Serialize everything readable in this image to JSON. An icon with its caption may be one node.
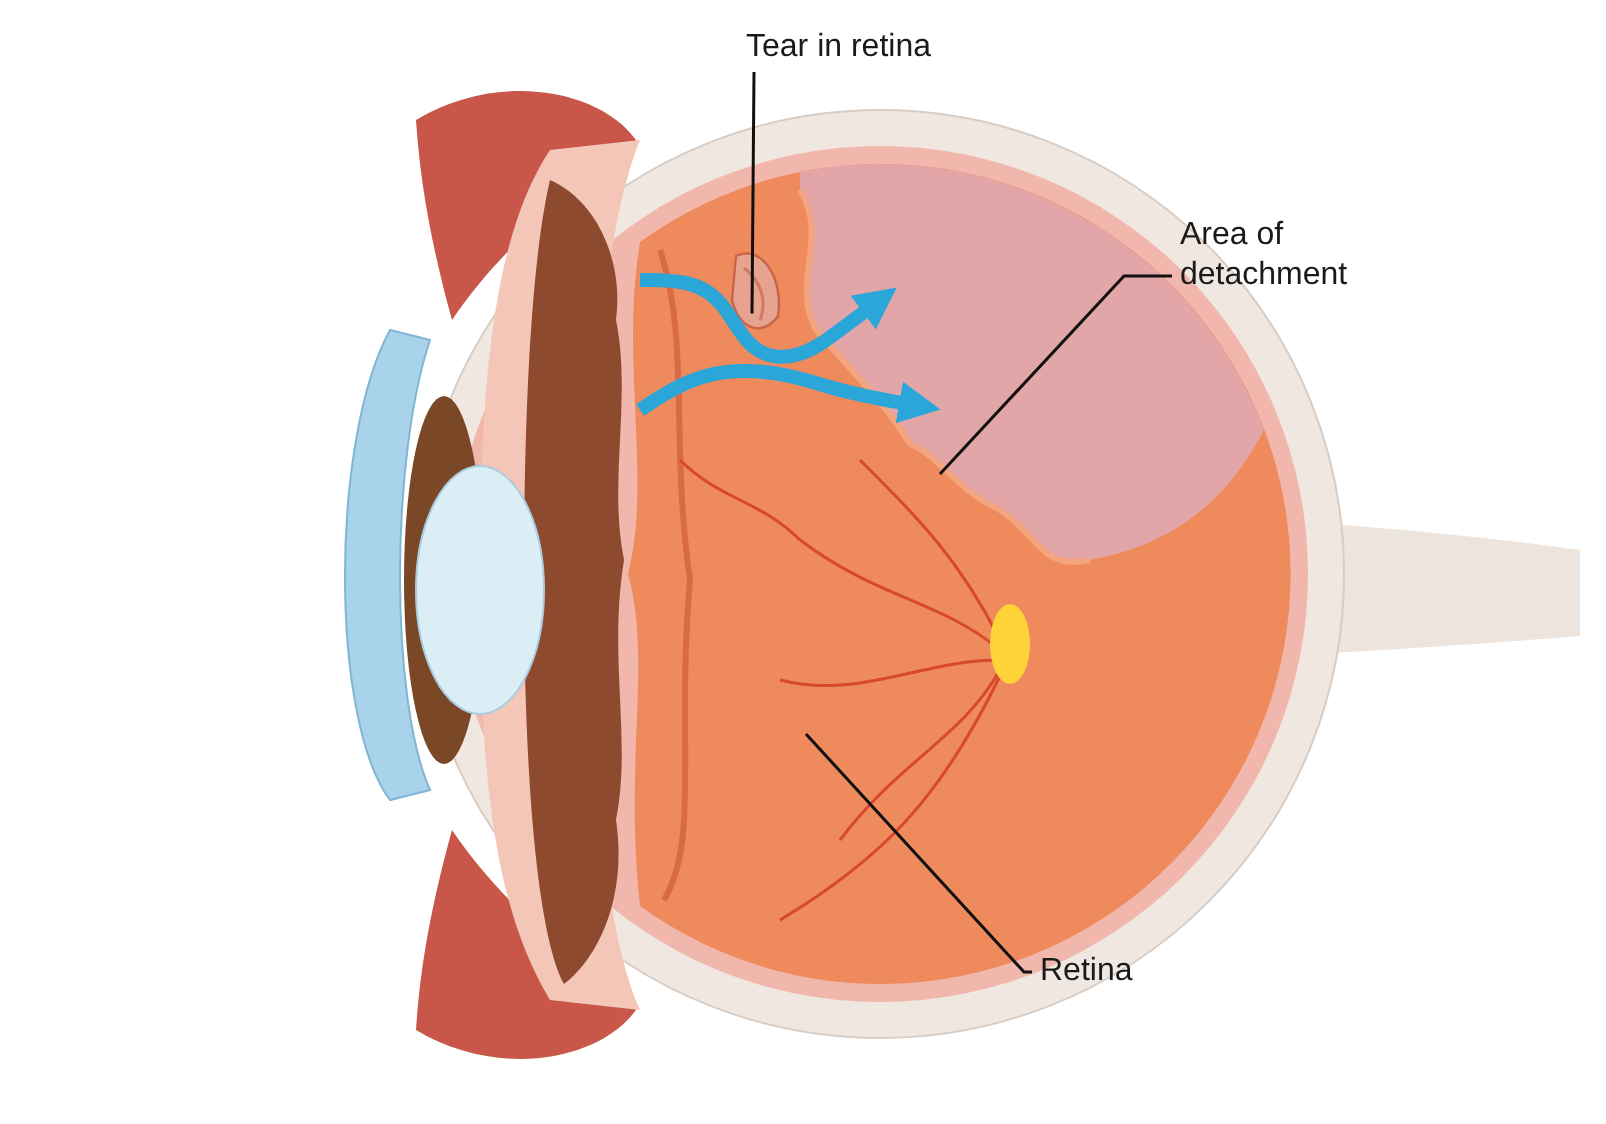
{
  "diagram": {
    "nodes": [
      {
        "text": [
          "Tear in retina"
        ]
      },
      {
        "text": [],
        "shape": "picture",
        "in": 5
      },
      {
        "text": [
          "Area of detachment"
        ]
      },
      {
        "text": [],
        "shape": "picture",
        "in": 5
      },
      {
        "text": [
          "Retina"
        ]
      },
      {
        "text": [],
        "shape": "picture"
      }
    ],
    "edges": [
      {
        "from": 0,
        "to": 1,
        "arrow": "none"
      },
      {
        "from": 2,
        "to": 3,
        "arrow": "none"
      },
      {
        "from": 4,
        "to": 5,
        "arrow": "none"
      },
      {
        "from": 5,
        "to": 3,
        "arrow": "to",
        "style": "thick",
        "color": "#2aa6d8"
      },
      {
        "from": 5,
        "to": 3,
        "arrow": "to",
        "style": "thick",
        "color": "#2aa6d8"
      }
    ]
  }
}
